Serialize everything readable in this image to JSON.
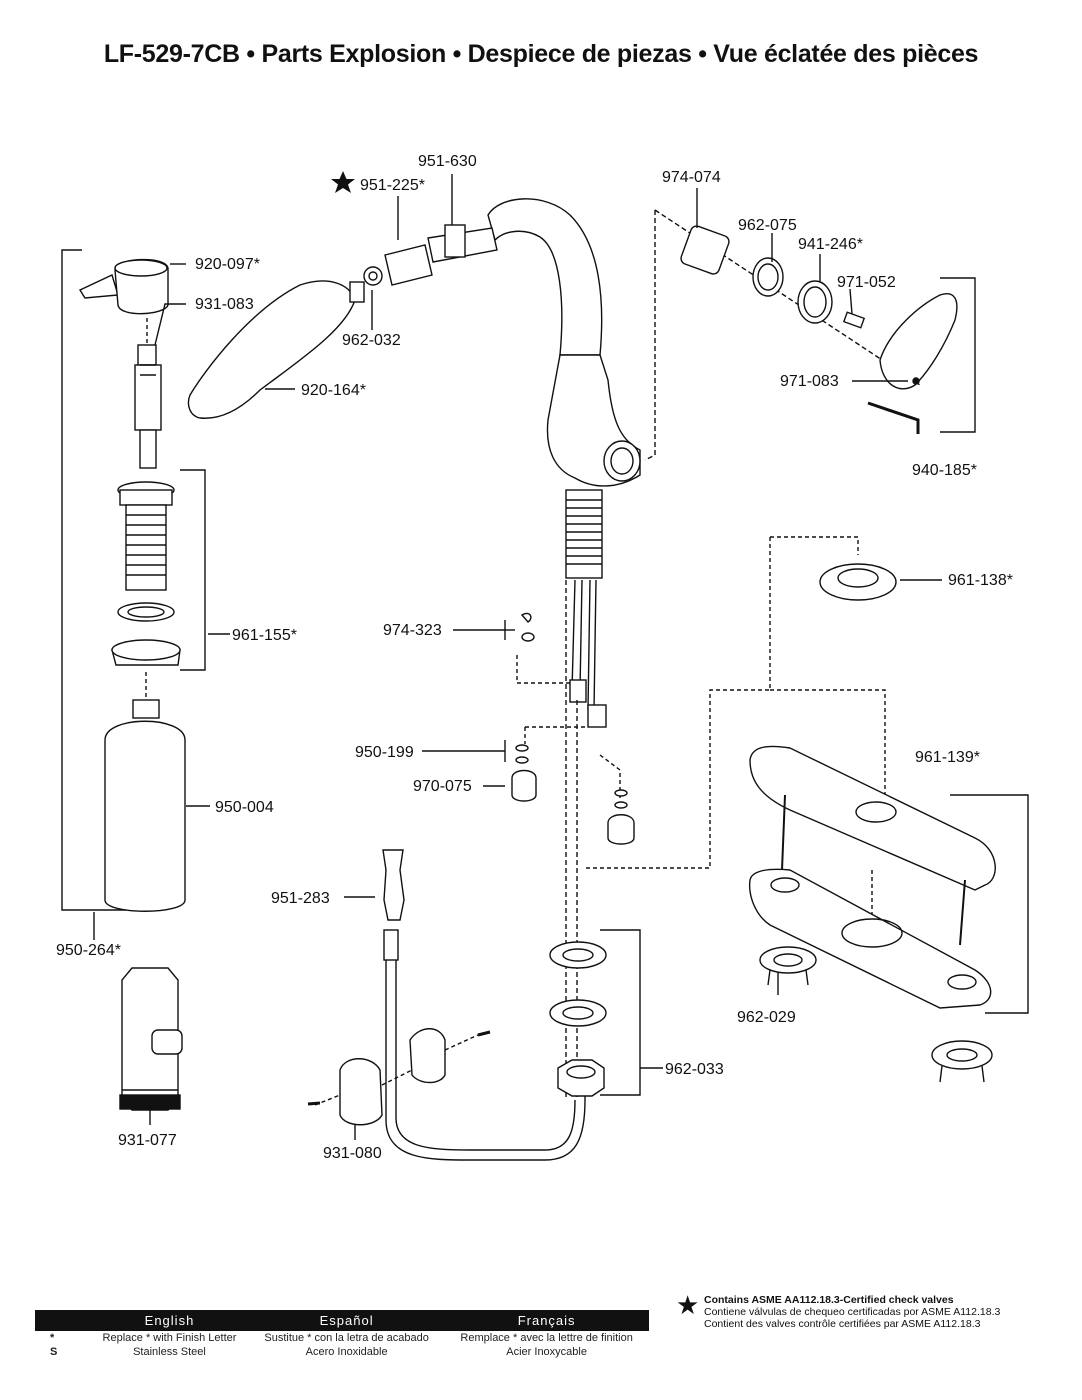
{
  "title": "LF-529-7CB  •  Parts Explosion  •  Despiece de piezas  •  Vue éclatée des pièces",
  "parts": {
    "p951_630": "951-630",
    "p951_225": "951-225*",
    "p974_074": "974-074",
    "p962_075": "962-075",
    "p941_246": "941-246*",
    "p971_052": "971-052",
    "p920_097": "920-097*",
    "p931_083": "931-083",
    "p962_032": "962-032",
    "p920_164": "920-164*",
    "p971_083": "971-083",
    "p940_185": "940-185*",
    "p961_138": "961-138*",
    "p961_155": "961-155*",
    "p974_323": "974-323",
    "p950_199": "950-199",
    "p970_075": "970-075",
    "p950_004": "950-004",
    "p961_139": "961-139*",
    "p951_283": "951-283",
    "p950_264": "950-264*",
    "p962_029": "962-029",
    "p962_033": "962-033",
    "p931_077": "931-077",
    "p931_080": "931-080"
  },
  "star_note": {
    "line1": "Contains ASME AA112.18.3-Certified check valves",
    "line2": "Contiene válvulas de chequeo certificadas por ASME A112.18.3",
    "line3": "Contient des valves contrôle certifiées par ASME A112.18.3"
  },
  "legend": {
    "headers": [
      "English",
      "Español",
      "Français"
    ],
    "rows": [
      {
        "key": "*",
        "en": "Replace * with Finish Letter",
        "es": "Sustitue * con la letra de acabado",
        "fr": "Remplace * avec la lettre de finition"
      },
      {
        "key": "S",
        "en": "Stainless Steel",
        "es": "Acero Inoxidable",
        "fr": "Acier Inoxycable"
      }
    ]
  },
  "icons": {
    "star": "star-icon"
  }
}
